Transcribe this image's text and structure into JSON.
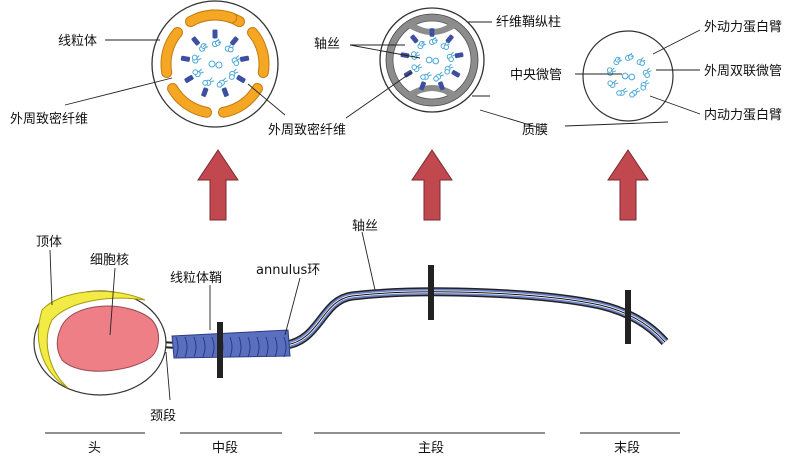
{
  "labels": {
    "mitochondria": "线粒体",
    "outer_dense_fiber_left": "外周致密纤维",
    "outer_dense_fiber_mid": "外周致密纤维",
    "axoneme_top": "轴丝",
    "fibrous_sheath_column": "纤维鞘纵柱",
    "plasma_membrane": "质膜",
    "central_microtubule": "中央微管",
    "outer_dynein_arm": "外动力蛋白臂",
    "peripheral_doublet": "外周双联微管",
    "inner_dynein_arm": "内动力蛋白臂",
    "acrosome": "顶体",
    "nucleus": "细胞核",
    "mitochondrial_sheath": "线粒体鞘",
    "annulus": "annulus环",
    "axoneme_bottom": "轴丝",
    "neck": "颈段"
  },
  "segments": {
    "head": "头",
    "midpiece": "中段",
    "principal": "主段",
    "end": "末段"
  },
  "colors": {
    "mitochondria": "#f5a623",
    "mitochondria_stroke": "#c47a12",
    "acrosome": "#f2ea45",
    "nucleus": "#ee7f86",
    "mito_sheath": "#5a6fc0",
    "doublet": "#3c4fa0",
    "arrow_fill": "#c2484f",
    "arrow_stroke": "#7a2a30",
    "fibrous_sheath": "#8a8a8a",
    "microtubule": "#4aa8d8",
    "tail_blue": "#6a80c8"
  }
}
